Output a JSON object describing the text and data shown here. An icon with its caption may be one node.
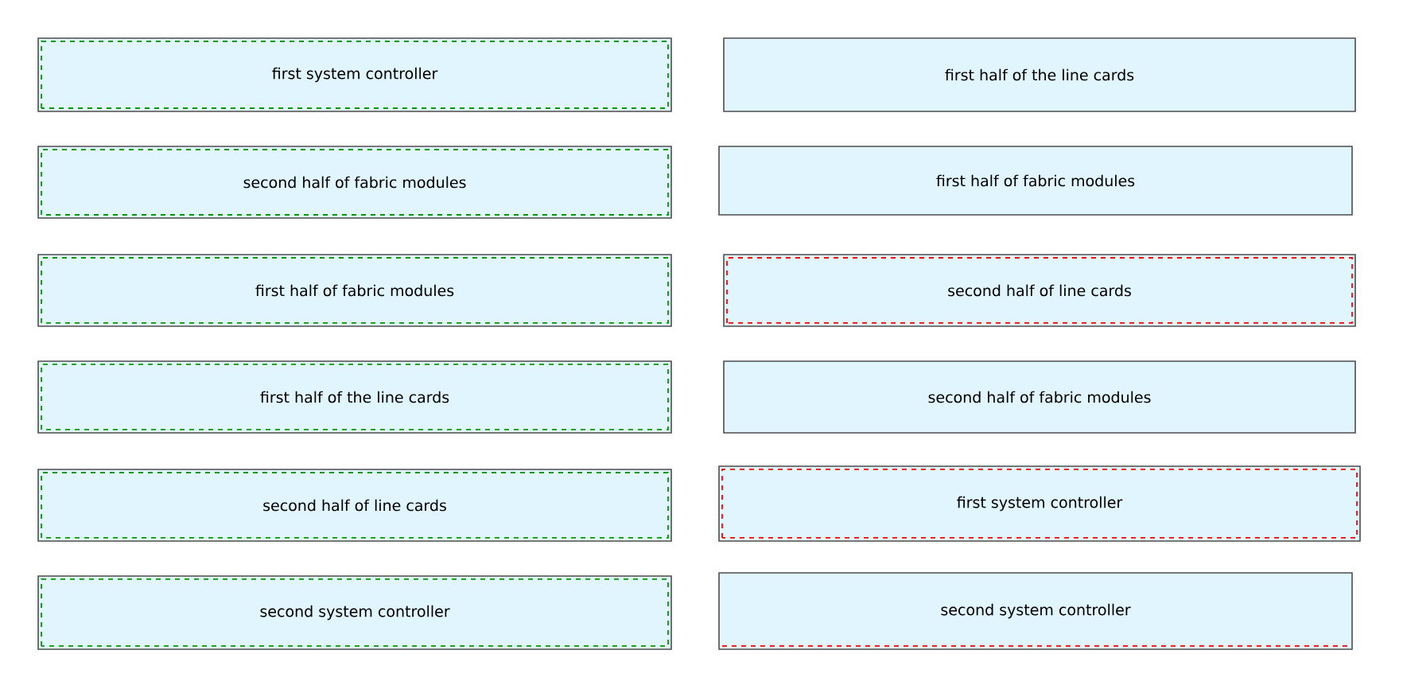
{
  "diagram": {
    "nodes": [
      {
        "text": [
          "first system controller"
        ]
      },
      {
        "text": [
          "first half of the line cards"
        ]
      },
      {
        "text": [
          "second half of fabric modules"
        ]
      },
      {
        "text": [
          "first half of fabric modules"
        ]
      },
      {
        "text": [
          "first half of fabric modules"
        ]
      },
      {
        "text": [
          "second half of line cards"
        ]
      },
      {
        "text": [
          "first half of the line cards"
        ]
      },
      {
        "text": [
          "second half of fabric modules"
        ]
      },
      {
        "text": [
          "second half of line cards"
        ]
      },
      {
        "text": [
          "first system controller"
        ]
      },
      {
        "text": [
          "second system controller"
        ]
      },
      {
        "text": [
          "second system controller"
        ]
      }
    ]
  }
}
